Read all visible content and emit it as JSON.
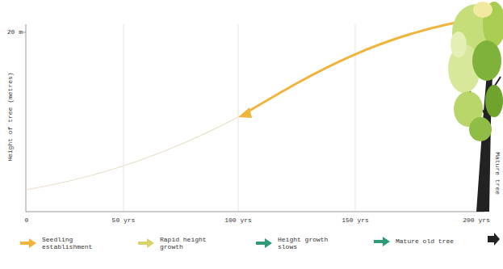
{
  "diagram": {
    "labels": [
      "20 m",
      "Height of tree (metres)",
      "0",
      "50 yrs",
      "100 yrs",
      "150 yrs",
      "200 yrs",
      "Mature tree"
    ],
    "legend": [
      {
        "text": "Seedling establishment"
      },
      {
        "text": "Rapid height growth"
      },
      {
        "text": "Height growth slows"
      },
      {
        "text": "Mature old tree"
      }
    ]
  }
}
